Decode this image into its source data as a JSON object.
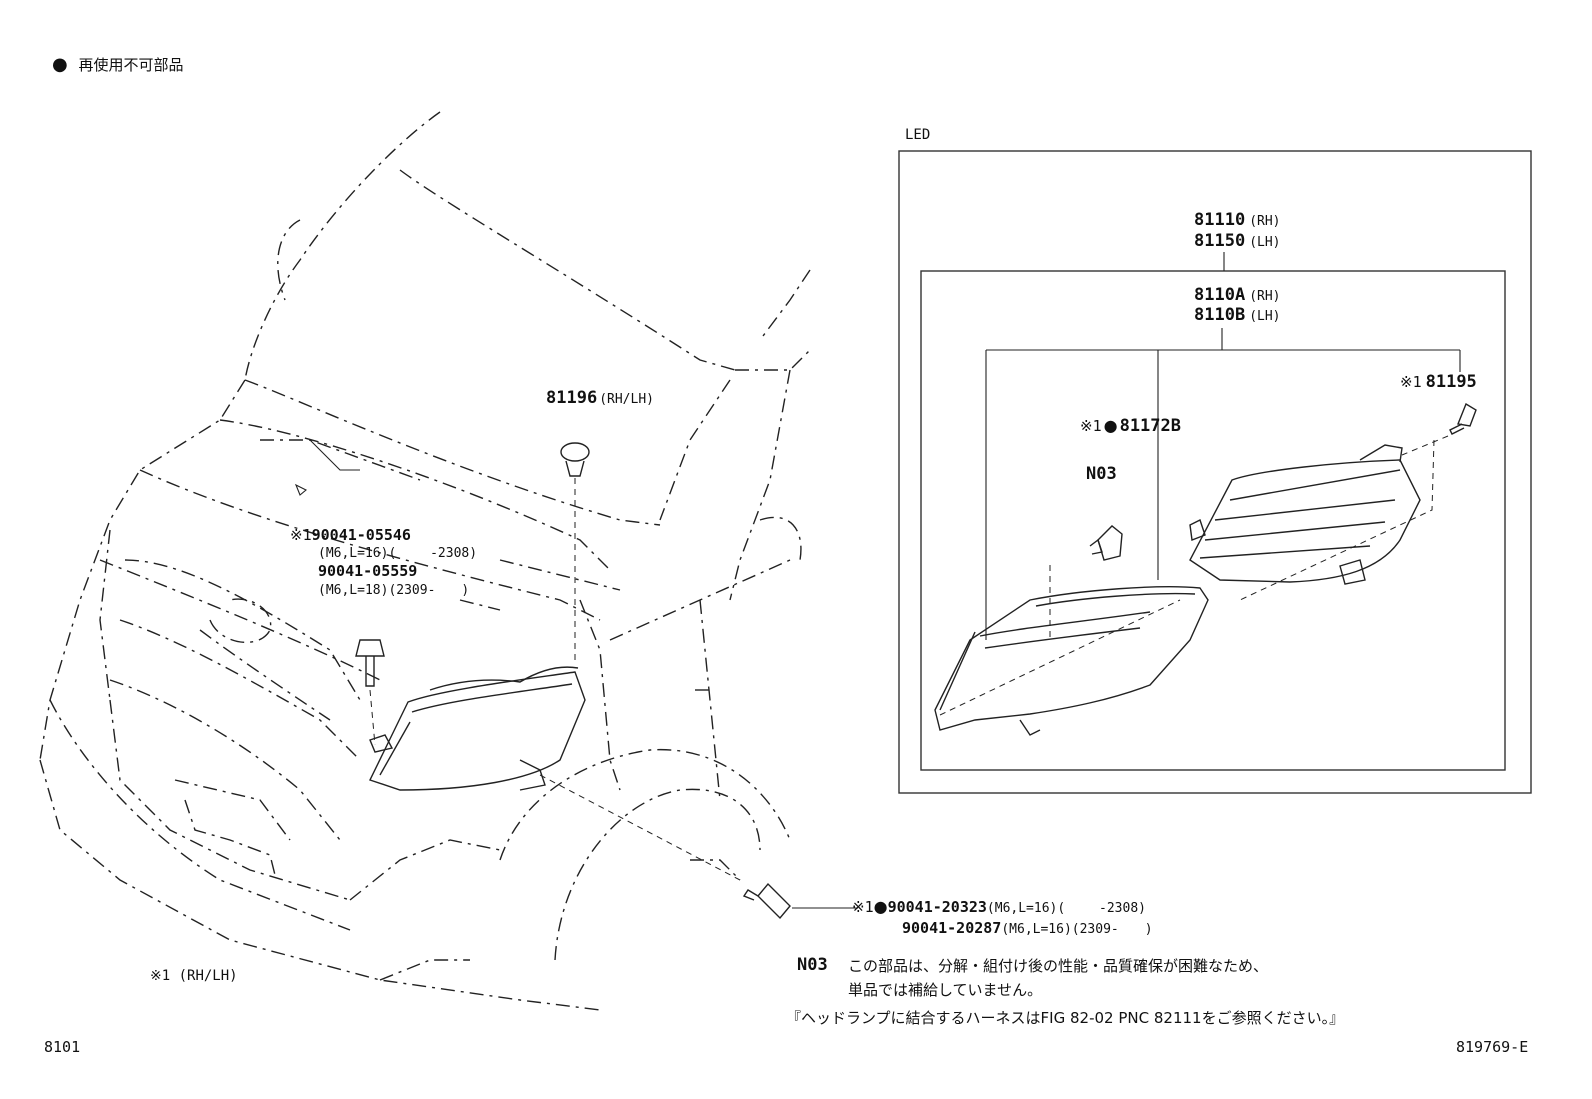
{
  "legend": {
    "mark": "●",
    "text": "再使用不可部品"
  },
  "inset": {
    "title": "LED",
    "assy_rh": "81110",
    "assy_rh_side": "(RH)",
    "assy_lh": "81150",
    "assy_lh_side": "(LH)",
    "unit_rh": "8110A",
    "unit_rh_side": "(RH)",
    "unit_lh": "8110B",
    "unit_lh_side": "(LH)",
    "screw_note": "※1",
    "screw_pn": "81195",
    "socket_note": "※1",
    "socket_mark": "●",
    "socket_pn": "81172B",
    "bulb_code": "N03"
  },
  "parts": {
    "clip_pn": "81196",
    "clip_side": "(RH/LH)",
    "bolt_note": "※1",
    "bolt1_pn": "90041-05546",
    "bolt1_spec": "(M6,L=16)(　　 -2308)",
    "bolt2_pn": "90041-05559",
    "bolt2_spec": "(M6,L=18)(2309-　　)",
    "lower_note": "※1",
    "lower_mark": "●",
    "lower1_pn": "90041-20323",
    "lower1_spec": "(M6,L=16)(　　 -2308)",
    "lower2_pn": "90041-20287",
    "lower2_spec": "(M6,L=16)(2309-　　)"
  },
  "footnote_side": "※1 (RH/LH)",
  "notes": {
    "code": "N03",
    "line1": "この部品は、分解・組付け後の性能・品質確保が困難なため、",
    "line2": "単品では補給していません。",
    "line3": "『ヘッドランプに結合するハーネスはFIG 82-02 PNC 82111をご参照ください。』"
  },
  "fig_number": "8101",
  "drawing_id": "819769-E"
}
